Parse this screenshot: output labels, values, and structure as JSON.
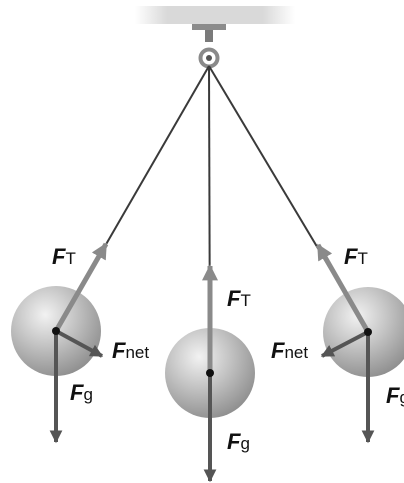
{
  "diagram": {
    "labels": {
      "tension_symbol": "F",
      "tension_subscript": "T",
      "gravity_symbol": "F",
      "gravity_subscript": "g",
      "net_symbol": "F",
      "net_subscript": "net"
    },
    "colors": {
      "ceiling": "#d4d4d4",
      "string": "#3a3a3a",
      "arrow_gray": "#8a8a8a",
      "arrow_dark": "#555555",
      "bob_light": "#f0f0f0",
      "bob_dark": "#8c8c8c",
      "dot": "#111111"
    },
    "bobs": [
      "left",
      "center",
      "right"
    ]
  }
}
